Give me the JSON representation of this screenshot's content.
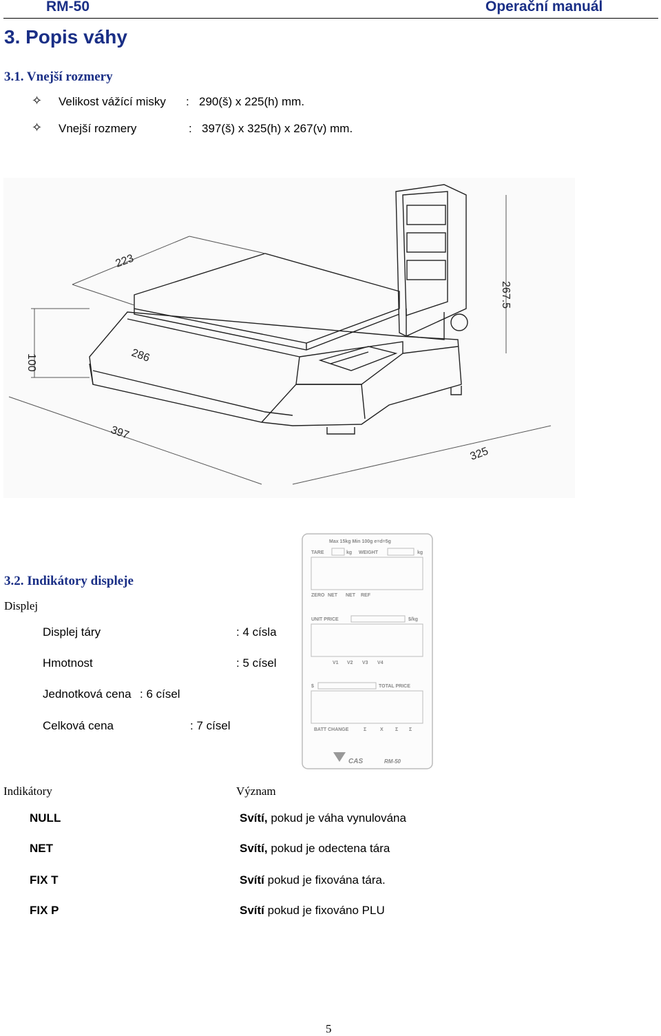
{
  "header": {
    "left": "RM-50",
    "right": "Operační manuál"
  },
  "section_title": "3. Popis váhy",
  "subsection_1": {
    "title": "3.1. Vnejší rozmery",
    "items": [
      {
        "label": "Velikost vážící misky",
        "sep": ":",
        "value": "290(š) x 225(h) mm."
      },
      {
        "label": "Vnejší rozmery",
        "sep": ":",
        "value": "397(š) x 325(h) x 267(v) mm."
      }
    ]
  },
  "drawing_dims": {
    "d223": "223",
    "d286": "286",
    "d397": "397",
    "d325": "325",
    "d100": "100",
    "d267": "267.5"
  },
  "subsection_2": {
    "title": "3.2. Indikátory displeje",
    "display_heading": "Displej",
    "rows": [
      {
        "label": "Displej táry",
        "value": ": 4 císla"
      },
      {
        "label": "Hmotnost",
        "value": ": 5 císel"
      },
      {
        "label": "Jednotková cena",
        "value": ": 6 císel"
      },
      {
        "label": "Celková cena",
        "value": ": 7 císel"
      }
    ]
  },
  "panel": {
    "top_spec": "Max 15kg  Min 100g  e=d=5g",
    "tare_label": "TARE",
    "tare_unit": "kg",
    "weight_label": "WEIGHT",
    "weight_unit": "kg",
    "ind_row_1": [
      "ZERO",
      "NET",
      "NET",
      "REF"
    ],
    "unit_price_label": "UNIT PRICE",
    "unit_price_unit": "$/kg",
    "ind_row_2": [
      "V1",
      "V2",
      "V3",
      "V4"
    ],
    "currency_sign": "$",
    "total_price_label": "TOTAL PRICE",
    "ind_row_3": [
      "BATT CHANGE",
      "Σ",
      "X",
      "Σ",
      "Σ"
    ],
    "brand": "CAS",
    "model": "RM-50"
  },
  "indicators": {
    "col1_heading": "Indikátory",
    "col2_heading": "Význam",
    "rows": [
      {
        "name": "NULL",
        "meaning_bold": "Svítí,",
        "meaning": " pokud je váha vynulována"
      },
      {
        "name": "NET",
        "meaning_bold": "Svítí,",
        "meaning": " pokud je odectena tára"
      },
      {
        "name": "FIX T",
        "meaning_bold": "Svítí",
        "meaning": " pokud je fixována tára."
      },
      {
        "name": "FIX P",
        "meaning_bold": "Svítí",
        "meaning": " pokud je fixováno PLU"
      }
    ]
  },
  "page_number": "5"
}
